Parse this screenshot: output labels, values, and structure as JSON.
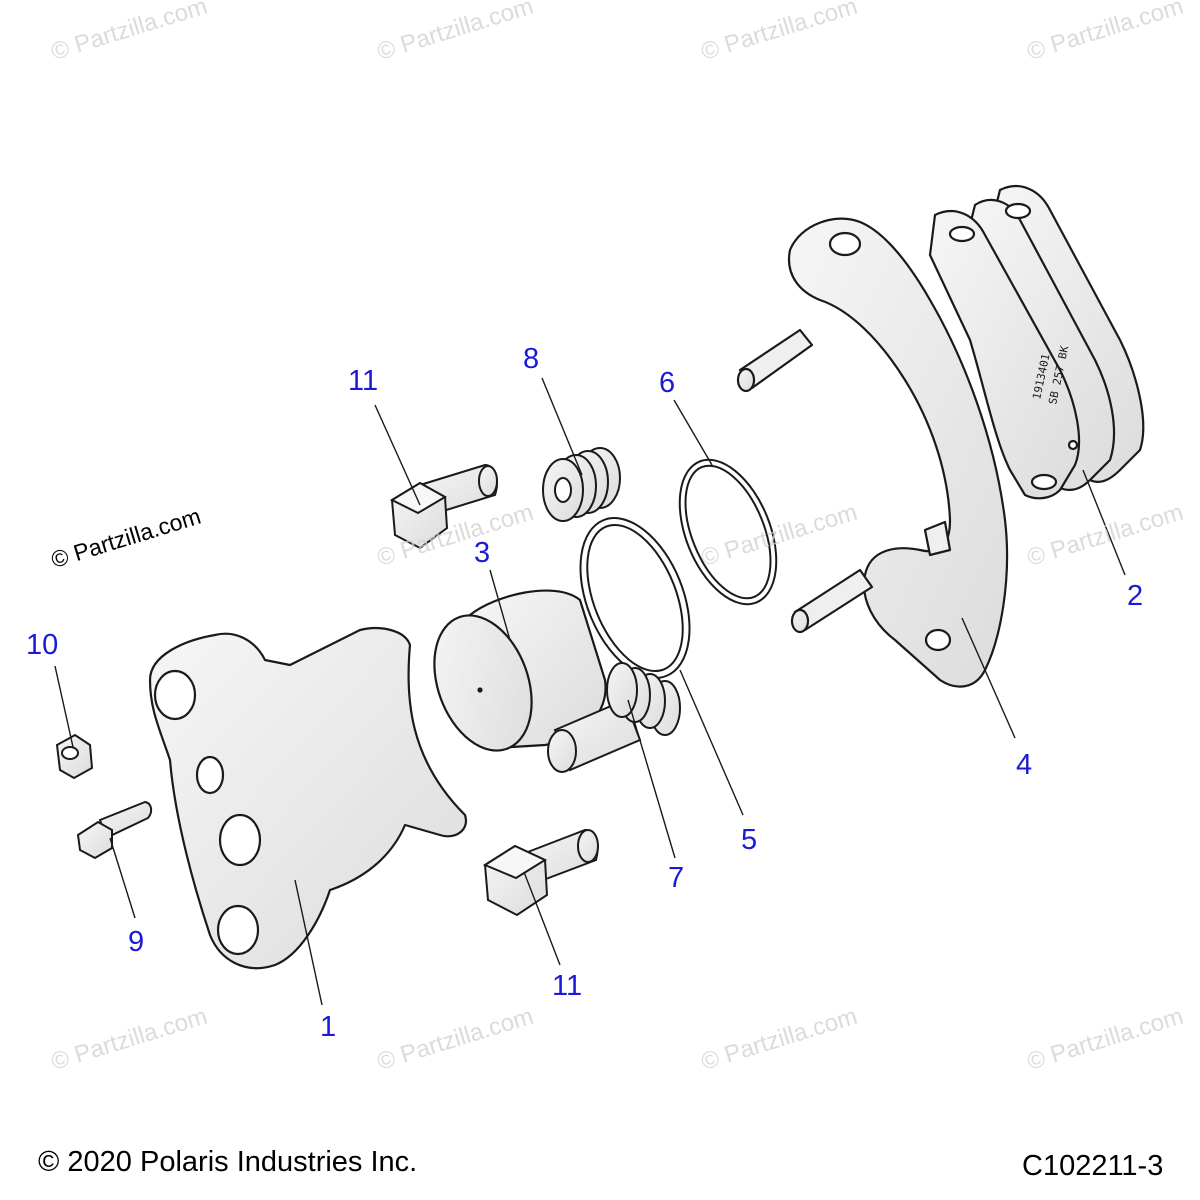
{
  "watermark": "© Partzilla.com",
  "copyright": "© 2020 Polaris Industries Inc.",
  "diagram_code": "C102211-3",
  "pad_stamp_line1": "1913401",
  "pad_stamp_line2": "SB 257 BK",
  "callouts": {
    "c1": "1",
    "c2": "2",
    "c3": "3",
    "c4": "4",
    "c5": "5",
    "c6": "6",
    "c7": "7",
    "c8": "8",
    "c9": "9",
    "c10": "10",
    "c11a": "11",
    "c11b": "11"
  },
  "colors": {
    "callout": "#1a1ad8",
    "part_fill": "#e9e9e9",
    "outline": "#1a1a1a"
  }
}
